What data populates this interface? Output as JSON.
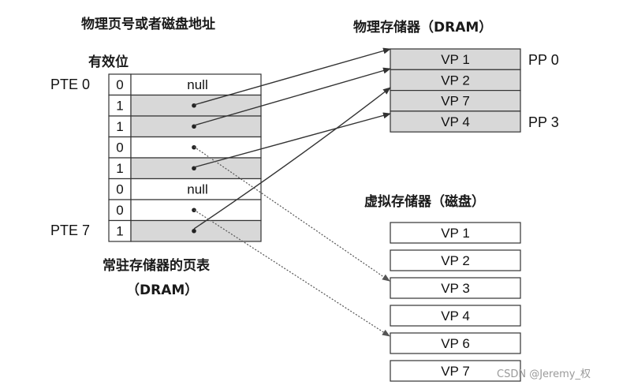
{
  "labels": {
    "top_header": "物理页号或者磁盘地址",
    "valid_bit": "有效位",
    "pte_first": "PTE 0",
    "pte_last": "PTE 7",
    "page_table_title_1": "常驻存储器的页表",
    "page_table_title_2": "（DRAM）",
    "physical_memory_title": "物理存储器（DRAM）",
    "virtual_memory_title": "虚拟存储器（磁盘）",
    "pp_first": "PP 0",
    "pp_last": "PP 3",
    "watermark": "CSDN @Jeremy_权"
  },
  "page_table": [
    {
      "valid": "0",
      "value": "null"
    },
    {
      "valid": "1",
      "value": ""
    },
    {
      "valid": "1",
      "value": ""
    },
    {
      "valid": "0",
      "value": ""
    },
    {
      "valid": "1",
      "value": ""
    },
    {
      "valid": "0",
      "value": "null"
    },
    {
      "valid": "0",
      "value": ""
    },
    {
      "valid": "1",
      "value": ""
    }
  ],
  "physical_memory": [
    "VP 1",
    "VP 2",
    "VP 7",
    "VP 4"
  ],
  "virtual_memory": [
    "VP 1",
    "VP 2",
    "VP 3",
    "VP 4",
    "VP 6",
    "VP 7"
  ],
  "colors": {
    "shaded_cell": "#d8d8d8",
    "line": "#333333",
    "dashed_line": "#666666"
  }
}
